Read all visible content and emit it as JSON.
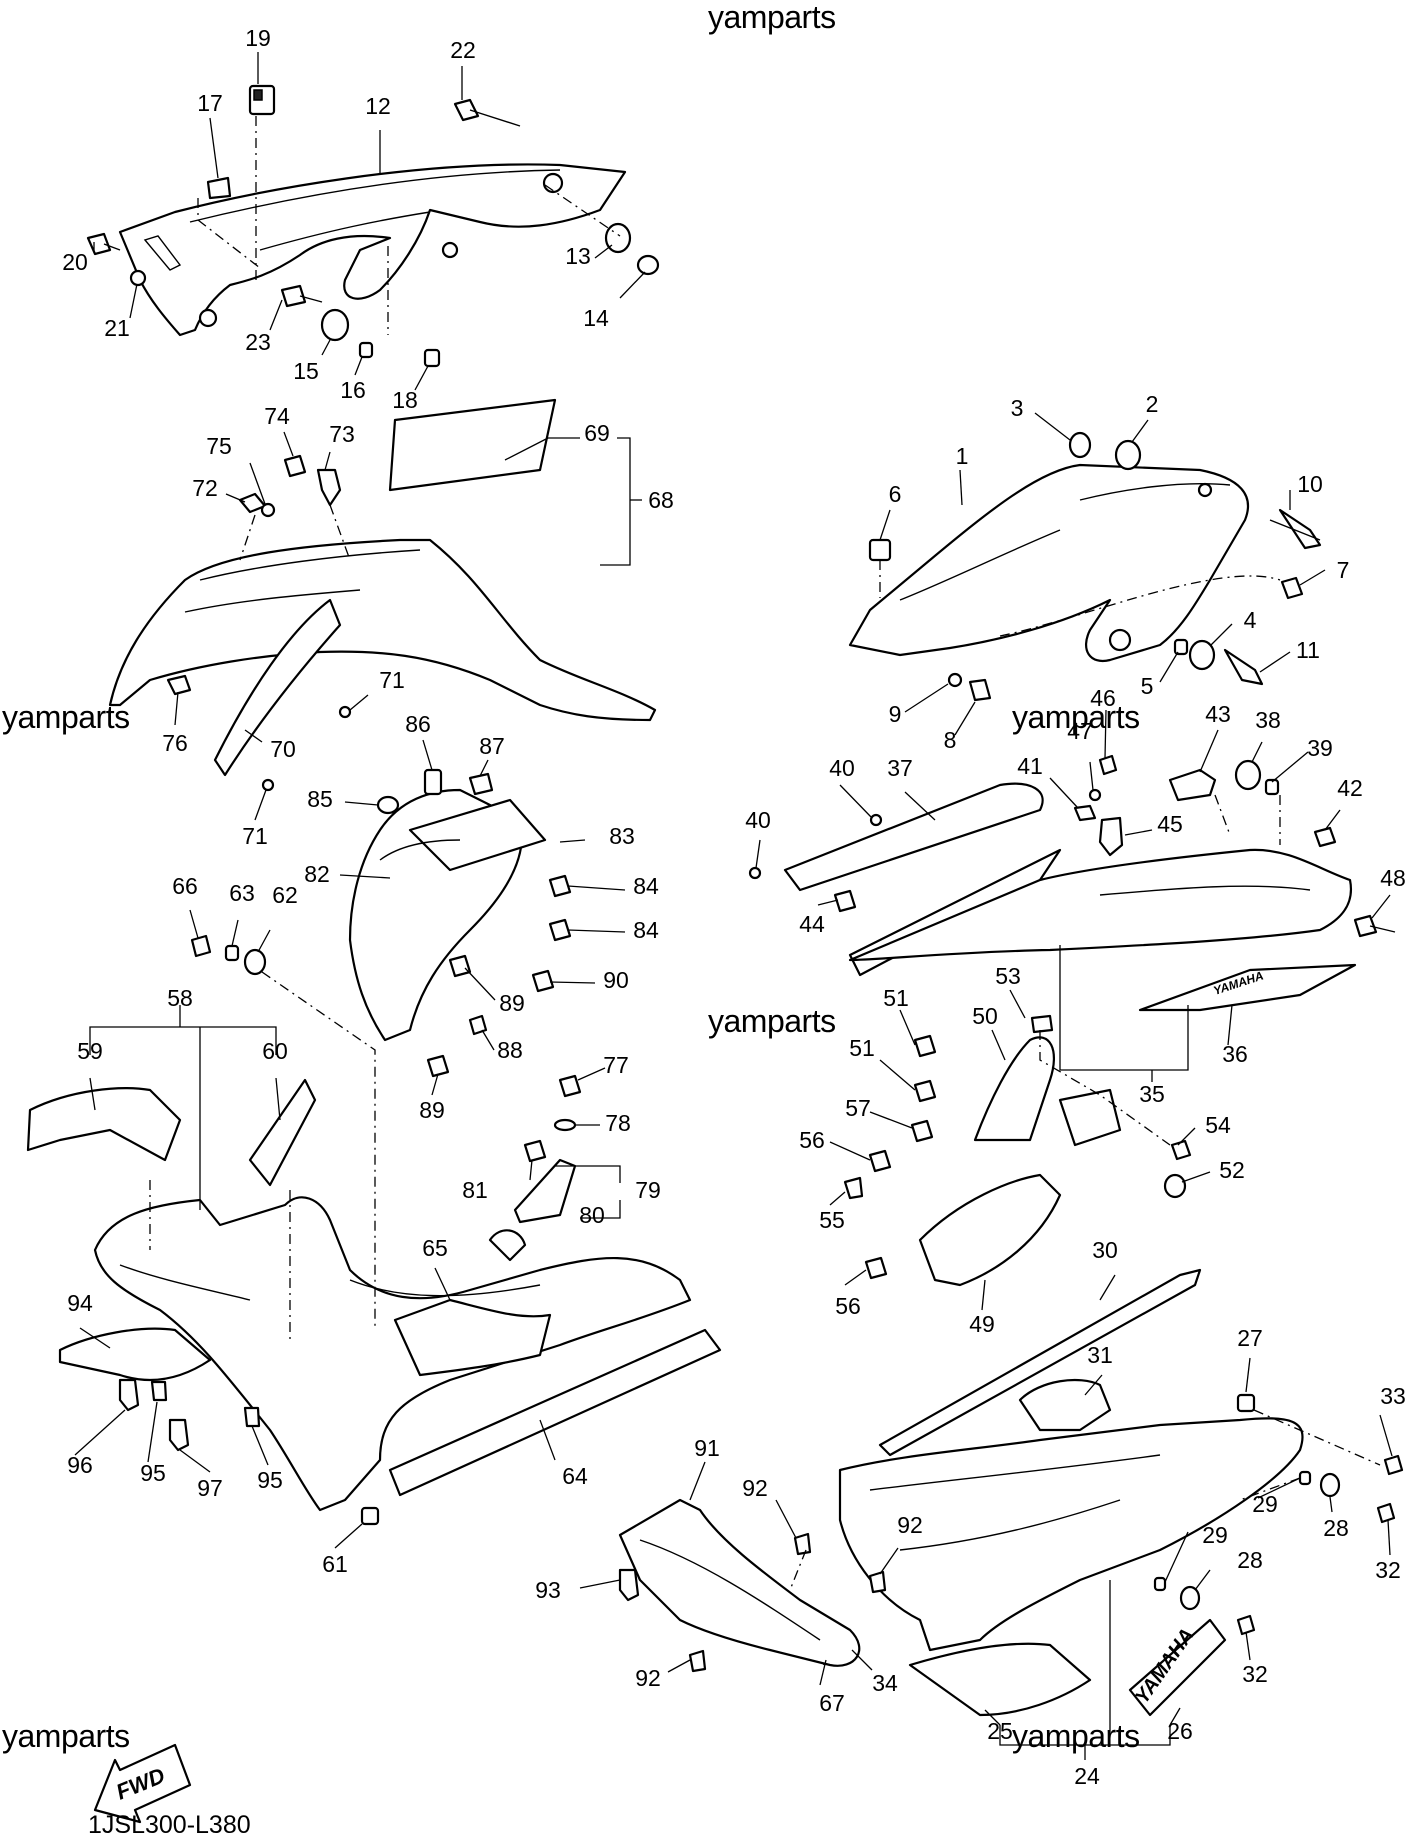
{
  "diagram": {
    "drawing_code": "1JSL300-L380",
    "watermark": "yamparts",
    "fwd_label": "FWD",
    "decal_text": "YAMAHA"
  },
  "callouts": [
    {
      "id": "c1",
      "label": "1"
    },
    {
      "id": "c2",
      "label": "2"
    },
    {
      "id": "c3",
      "label": "3"
    },
    {
      "id": "c4",
      "label": "4"
    },
    {
      "id": "c5",
      "label": "5"
    },
    {
      "id": "c6",
      "label": "6"
    },
    {
      "id": "c7",
      "label": "7"
    },
    {
      "id": "c8",
      "label": "8"
    },
    {
      "id": "c9",
      "label": "9"
    },
    {
      "id": "c10",
      "label": "10"
    },
    {
      "id": "c11",
      "label": "11"
    },
    {
      "id": "c12",
      "label": "12"
    },
    {
      "id": "c13",
      "label": "13"
    },
    {
      "id": "c14",
      "label": "14"
    },
    {
      "id": "c15",
      "label": "15"
    },
    {
      "id": "c16",
      "label": "16"
    },
    {
      "id": "c17",
      "label": "17"
    },
    {
      "id": "c18",
      "label": "18"
    },
    {
      "id": "c19",
      "label": "19"
    },
    {
      "id": "c20",
      "label": "20"
    },
    {
      "id": "c21",
      "label": "21"
    },
    {
      "id": "c22",
      "label": "22"
    },
    {
      "id": "c23",
      "label": "23"
    },
    {
      "id": "c24",
      "label": "24"
    },
    {
      "id": "c25",
      "label": "25"
    },
    {
      "id": "c26",
      "label": "26"
    },
    {
      "id": "c27",
      "label": "27"
    },
    {
      "id": "c28a",
      "label": "28"
    },
    {
      "id": "c28b",
      "label": "28"
    },
    {
      "id": "c29a",
      "label": "29"
    },
    {
      "id": "c29b",
      "label": "29"
    },
    {
      "id": "c30",
      "label": "30"
    },
    {
      "id": "c31",
      "label": "31"
    },
    {
      "id": "c32a",
      "label": "32"
    },
    {
      "id": "c32b",
      "label": "32"
    },
    {
      "id": "c33",
      "label": "33"
    },
    {
      "id": "c34",
      "label": "34"
    },
    {
      "id": "c35",
      "label": "35"
    },
    {
      "id": "c36",
      "label": "36"
    },
    {
      "id": "c37",
      "label": "37"
    },
    {
      "id": "c38",
      "label": "38"
    },
    {
      "id": "c39",
      "label": "39"
    },
    {
      "id": "c40a",
      "label": "40"
    },
    {
      "id": "c40b",
      "label": "40"
    },
    {
      "id": "c41",
      "label": "41"
    },
    {
      "id": "c42",
      "label": "42"
    },
    {
      "id": "c43",
      "label": "43"
    },
    {
      "id": "c44",
      "label": "44"
    },
    {
      "id": "c45",
      "label": "45"
    },
    {
      "id": "c46",
      "label": "46"
    },
    {
      "id": "c47",
      "label": "47"
    },
    {
      "id": "c48",
      "label": "48"
    },
    {
      "id": "c49",
      "label": "49"
    },
    {
      "id": "c50",
      "label": "50"
    },
    {
      "id": "c51a",
      "label": "51"
    },
    {
      "id": "c51b",
      "label": "51"
    },
    {
      "id": "c52",
      "label": "52"
    },
    {
      "id": "c53",
      "label": "53"
    },
    {
      "id": "c54",
      "label": "54"
    },
    {
      "id": "c55",
      "label": "55"
    },
    {
      "id": "c56a",
      "label": "56"
    },
    {
      "id": "c56b",
      "label": "56"
    },
    {
      "id": "c57",
      "label": "57"
    },
    {
      "id": "c58",
      "label": "58"
    },
    {
      "id": "c59",
      "label": "59"
    },
    {
      "id": "c60",
      "label": "60"
    },
    {
      "id": "c61",
      "label": "61"
    },
    {
      "id": "c62",
      "label": "62"
    },
    {
      "id": "c63",
      "label": "63"
    },
    {
      "id": "c64",
      "label": "64"
    },
    {
      "id": "c65",
      "label": "65"
    },
    {
      "id": "c66",
      "label": "66"
    },
    {
      "id": "c67",
      "label": "67"
    },
    {
      "id": "c68",
      "label": "68"
    },
    {
      "id": "c69",
      "label": "69"
    },
    {
      "id": "c70",
      "label": "70"
    },
    {
      "id": "c71a",
      "label": "71"
    },
    {
      "id": "c71b",
      "label": "71"
    },
    {
      "id": "c72",
      "label": "72"
    },
    {
      "id": "c73",
      "label": "73"
    },
    {
      "id": "c74",
      "label": "74"
    },
    {
      "id": "c75",
      "label": "75"
    },
    {
      "id": "c76",
      "label": "76"
    },
    {
      "id": "c77",
      "label": "77"
    },
    {
      "id": "c78",
      "label": "78"
    },
    {
      "id": "c79",
      "label": "79"
    },
    {
      "id": "c80",
      "label": "80"
    },
    {
      "id": "c81",
      "label": "81"
    },
    {
      "id": "c82",
      "label": "82"
    },
    {
      "id": "c83",
      "label": "83"
    },
    {
      "id": "c84a",
      "label": "84"
    },
    {
      "id": "c84b",
      "label": "84"
    },
    {
      "id": "c85",
      "label": "85"
    },
    {
      "id": "c86",
      "label": "86"
    },
    {
      "id": "c87",
      "label": "87"
    },
    {
      "id": "c88",
      "label": "88"
    },
    {
      "id": "c89a",
      "label": "89"
    },
    {
      "id": "c89b",
      "label": "89"
    },
    {
      "id": "c90",
      "label": "90"
    },
    {
      "id": "c91",
      "label": "91"
    },
    {
      "id": "c92a",
      "label": "92"
    },
    {
      "id": "c92b",
      "label": "92"
    },
    {
      "id": "c92c",
      "label": "92"
    },
    {
      "id": "c93",
      "label": "93"
    },
    {
      "id": "c94",
      "label": "94"
    },
    {
      "id": "c95a",
      "label": "95"
    },
    {
      "id": "c95b",
      "label": "95"
    },
    {
      "id": "c96",
      "label": "96"
    },
    {
      "id": "c97",
      "label": "97"
    }
  ]
}
